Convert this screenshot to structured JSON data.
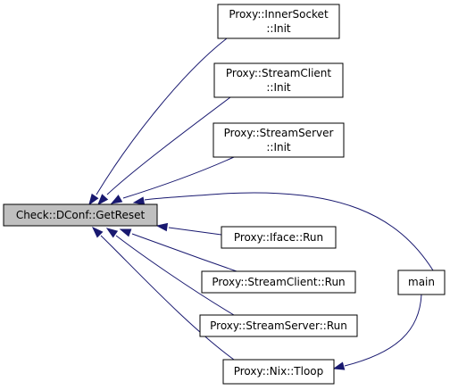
{
  "diagram": {
    "nodes": {
      "getreset": {
        "lines": [
          "Check::DConf::GetReset"
        ]
      },
      "innersocket_init": {
        "lines": [
          "Proxy::InnerSocket",
          "::Init"
        ]
      },
      "streamclient_init": {
        "lines": [
          "Proxy::StreamClient",
          "::Init"
        ]
      },
      "streamserver_init": {
        "lines": [
          "Proxy::StreamServer",
          "::Init"
        ]
      },
      "iface_run": {
        "lines": [
          "Proxy::Iface::Run"
        ]
      },
      "streamclient_run": {
        "lines": [
          "Proxy::StreamClient::Run"
        ]
      },
      "streamserver_run": {
        "lines": [
          "Proxy::StreamServer::Run"
        ]
      },
      "nix_tloop": {
        "lines": [
          "Proxy::Nix::Tloop"
        ]
      },
      "main": {
        "lines": [
          "main"
        ]
      }
    },
    "edges": [
      {
        "from": "innersocket_init",
        "to": "getreset"
      },
      {
        "from": "streamclient_init",
        "to": "getreset"
      },
      {
        "from": "streamserver_init",
        "to": "getreset"
      },
      {
        "from": "main",
        "to": "getreset"
      },
      {
        "from": "iface_run",
        "to": "getreset"
      },
      {
        "from": "streamclient_run",
        "to": "getreset"
      },
      {
        "from": "streamserver_run",
        "to": "getreset"
      },
      {
        "from": "nix_tloop",
        "to": "getreset"
      },
      {
        "from": "main",
        "to": "nix_tloop"
      }
    ],
    "colors": {
      "edge": "#191970",
      "node_border": "#000000",
      "focus_fill": "#bfbfbf",
      "node_fill": "#ffffff"
    }
  }
}
